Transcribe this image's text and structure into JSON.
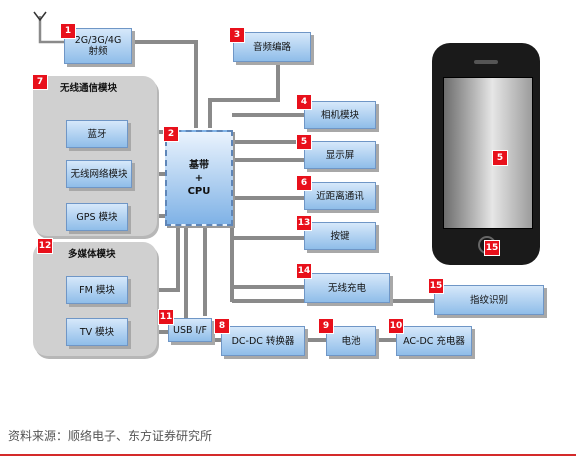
{
  "diagram": {
    "modules": {
      "rf": "2G/3G/4G\n射频",
      "audio": "音频编路",
      "camera": "相机模块",
      "display": "显示屏",
      "nfc": "近距离通讯",
      "keys": "按键",
      "wireless_charge": "无线充电",
      "fingerprint": "指纹识别",
      "bluetooth": "蓝牙",
      "wlan": "无线网络模块",
      "gps": "GPS 模块",
      "fm": "FM 模块",
      "tv": "TV 模块",
      "usb": "USB I/F",
      "dcdc": "DC-DC 转换器",
      "battery": "电池",
      "acdc": "AC-DC 充电器",
      "cpu": "基带\n+\nCPU"
    },
    "groups": {
      "wireless": "无线通信模块",
      "multimedia": "多媒体模块"
    },
    "tags": {
      "rf": "1",
      "cpu": "2",
      "audio": "3",
      "camera": "4",
      "display": "5",
      "nfc": "6",
      "wireless": "7",
      "dcdc": "8",
      "battery": "9",
      "acdc": "10",
      "usb": "11",
      "multimedia": "12",
      "keys": "13",
      "wireless_charge": "14",
      "fingerprint": "15",
      "phone_screen": "5",
      "phone_button": "15"
    }
  },
  "source": "资料来源：顺络电子、东方证券研究所"
}
